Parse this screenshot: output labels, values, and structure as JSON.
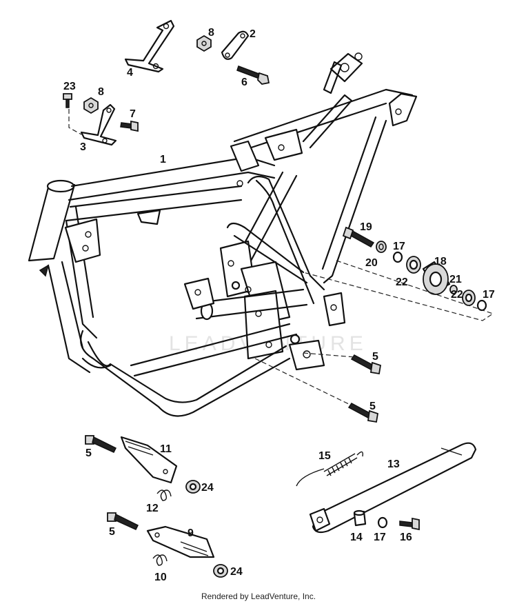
{
  "watermark": "LEADVENTURE",
  "footer": "Rendered by LeadVenture, Inc.",
  "callouts": {
    "c1": "1",
    "c2": "2",
    "c3": "3",
    "c4": "4",
    "c5a": "5",
    "c5b": "5",
    "c5c": "5",
    "c5d": "5",
    "c6": "6",
    "c7": "7",
    "c8a": "8",
    "c8b": "8",
    "c9": "9",
    "c10": "10",
    "c11": "11",
    "c12": "12",
    "c13": "13",
    "c14": "14",
    "c15": "15",
    "c16": "16",
    "c17a": "17",
    "c17b": "17",
    "c17c": "17",
    "c18": "18",
    "c19": "19",
    "c20": "20",
    "c21": "21",
    "c22a": "22",
    "c22b": "22",
    "c23": "23",
    "c24a": "24",
    "c24b": "24"
  }
}
